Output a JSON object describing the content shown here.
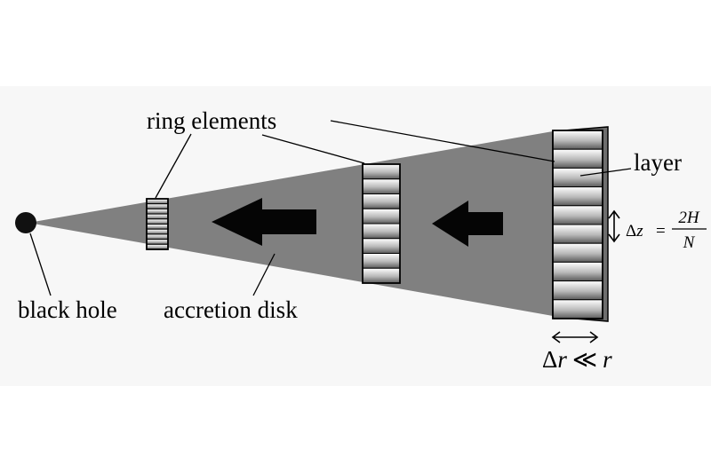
{
  "labels": {
    "ring_elements": "ring elements",
    "layer": "layer",
    "black_hole": "black hole",
    "accretion_disk": "accretion disk"
  },
  "formula_dz": {
    "delta": "Δ",
    "var": "z",
    "equals": "=",
    "numerator": "2H",
    "denominator": "N"
  },
  "formula_dr": {
    "delta": "Δ",
    "lhs": "r",
    "relation": "≪",
    "rhs": "r"
  },
  "colors": {
    "background_band": "#f7f7f7",
    "disk_fill": "#808080",
    "outline": "#000000",
    "edge_wall": "#6e6e6e"
  }
}
